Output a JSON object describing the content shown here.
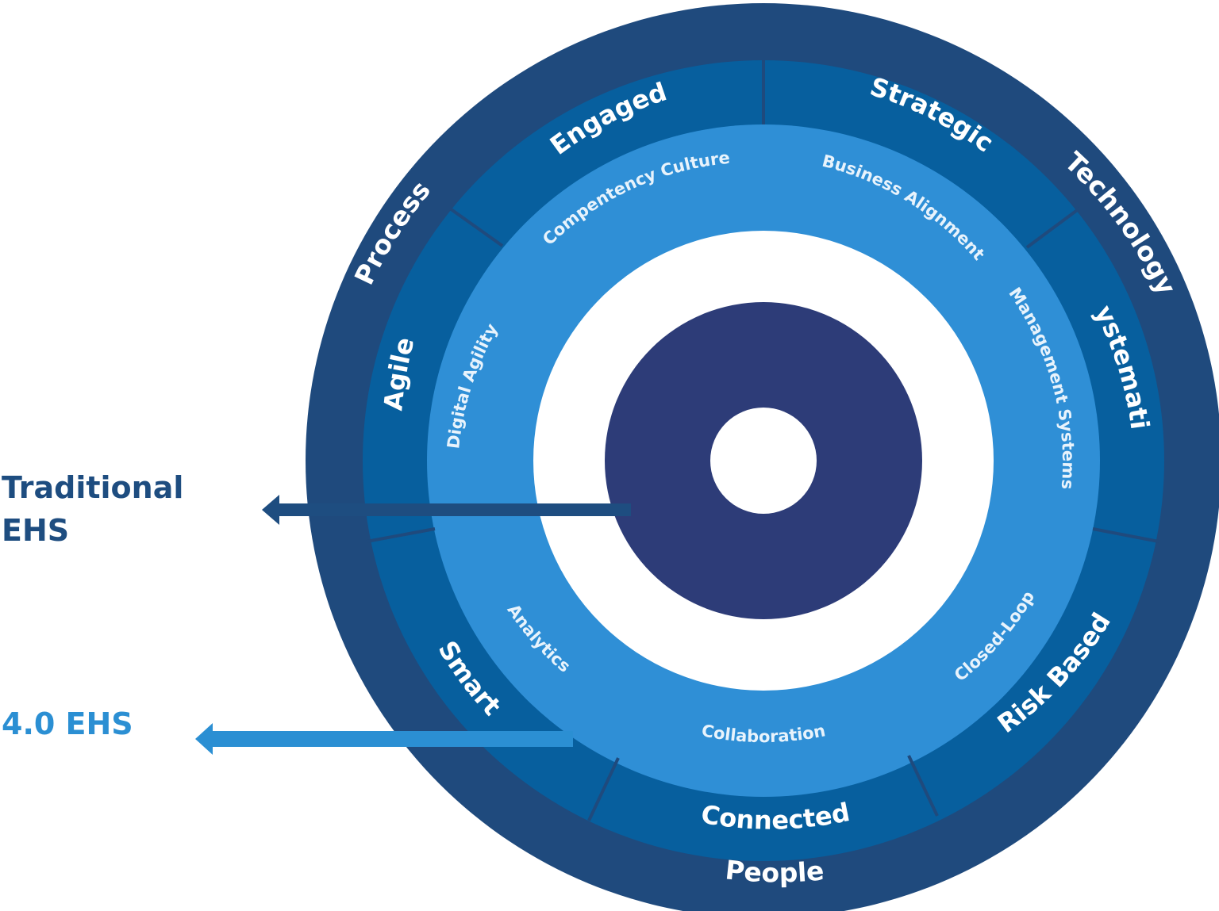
{
  "colors": {
    "outer_ring": "#1f4a7d",
    "mid_ring": "#075f9e",
    "inner_ring": "#2f8fd6",
    "white_band": "#ffffff",
    "core": "#2d3c78",
    "traditional_text": "#1e4d80",
    "ehs40_text": "#2b8fd3"
  },
  "outer_ring": {
    "labels": [
      "Technology",
      "People",
      "Process"
    ]
  },
  "middle_ring": {
    "labels": [
      "Strategic",
      "Systematic",
      "Risk Based",
      "Connected",
      "Smart",
      "Agile",
      "Engaged"
    ]
  },
  "inner_ring": {
    "labels": [
      "Business Alignment",
      "Management Systems",
      "Closed-Loop",
      "Collaboration",
      "Analytics",
      "Digital Agility",
      "Compentency Culture"
    ]
  },
  "callouts": {
    "traditional": [
      "Traditional",
      "EHS"
    ],
    "ehs40": "4.0 EHS"
  }
}
